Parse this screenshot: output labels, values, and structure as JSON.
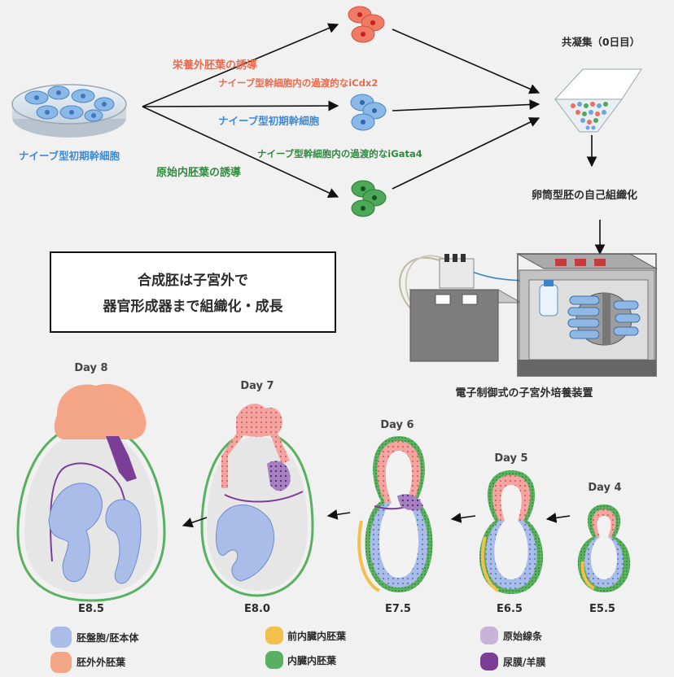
{
  "top": {
    "source_label": "ナイーブ型初期幹細胞",
    "route_pink_main": "栄養外胚葉の誘導",
    "route_pink_sub": "ナイーブ型幹細胞内の過渡的なiCdx2",
    "route_blue": "ナイーブ型初期幹細胞",
    "route_green_sub": "ナイーブ型幹細胞内の過渡的なiGata4",
    "route_green_main": "原始内胚葉の誘導",
    "aggregation_label": "共凝集（0日目）",
    "self_org_label": "卵筒型胚の自己組織化",
    "device_label": "電子制御式の子宮外培養装置"
  },
  "callout": {
    "line1": "合成胚は子宮外で",
    "line2": "器官形成器まで組織化・成長"
  },
  "stages": [
    {
      "day": "Day 4",
      "embryonic": "E5.5"
    },
    {
      "day": "Day 5",
      "embryonic": "E6.5"
    },
    {
      "day": "Day 6",
      "embryonic": "E7.5"
    },
    {
      "day": "Day 7",
      "embryonic": "E8.0"
    },
    {
      "day": "Day 8",
      "embryonic": "E8.5"
    }
  ],
  "legend": [
    {
      "label": "胚盤胞/胚本体",
      "color": "#a9bde8"
    },
    {
      "label": "胚外外胚葉",
      "color": "#f4a585"
    },
    {
      "label": "前内臓内胚葉",
      "color": "#f3bf4d"
    },
    {
      "label": "内臓内胚葉",
      "color": "#57b160"
    },
    {
      "label": "原始線条",
      "color": "#c9b3d8"
    },
    {
      "label": "尿膜/羊膜",
      "color": "#7b3e97"
    }
  ]
}
